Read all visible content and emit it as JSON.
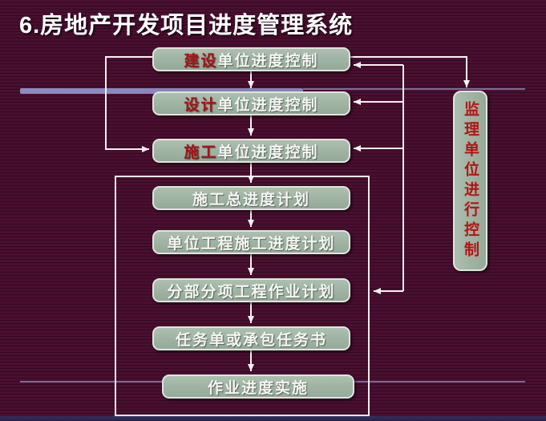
{
  "title": "6.房地产开发项目进度管理系统",
  "flowchart": {
    "control_boxes": [
      {
        "prefix": "建设",
        "rest": "单位进度控制"
      },
      {
        "prefix": "设计",
        "rest": "单位进度控制"
      },
      {
        "prefix": "施工",
        "rest": "单位进度控制"
      }
    ],
    "plan_boxes": [
      {
        "label": "施工总进度计划"
      },
      {
        "label": "单位工程施工进度计划"
      },
      {
        "label": "分部分项工程作业计划"
      },
      {
        "label": "任务单或承包任务书"
      },
      {
        "label": "作业进度实施"
      }
    ],
    "supervision_box": {
      "label": "监理单位进行控制"
    }
  },
  "colors": {
    "background": "#4a0f30",
    "background_stripe": "#330a20",
    "box_fill": "#94a997",
    "box_border": "#dde6dd",
    "box_text": "#f4f6f1",
    "box_accent_text": "#a31316",
    "supervision_text": "#b51313",
    "title_text": "#ffffff",
    "connector": "#f5f2f4",
    "accent_bar": "#8484b8",
    "bottom_bar": "#32325a"
  }
}
